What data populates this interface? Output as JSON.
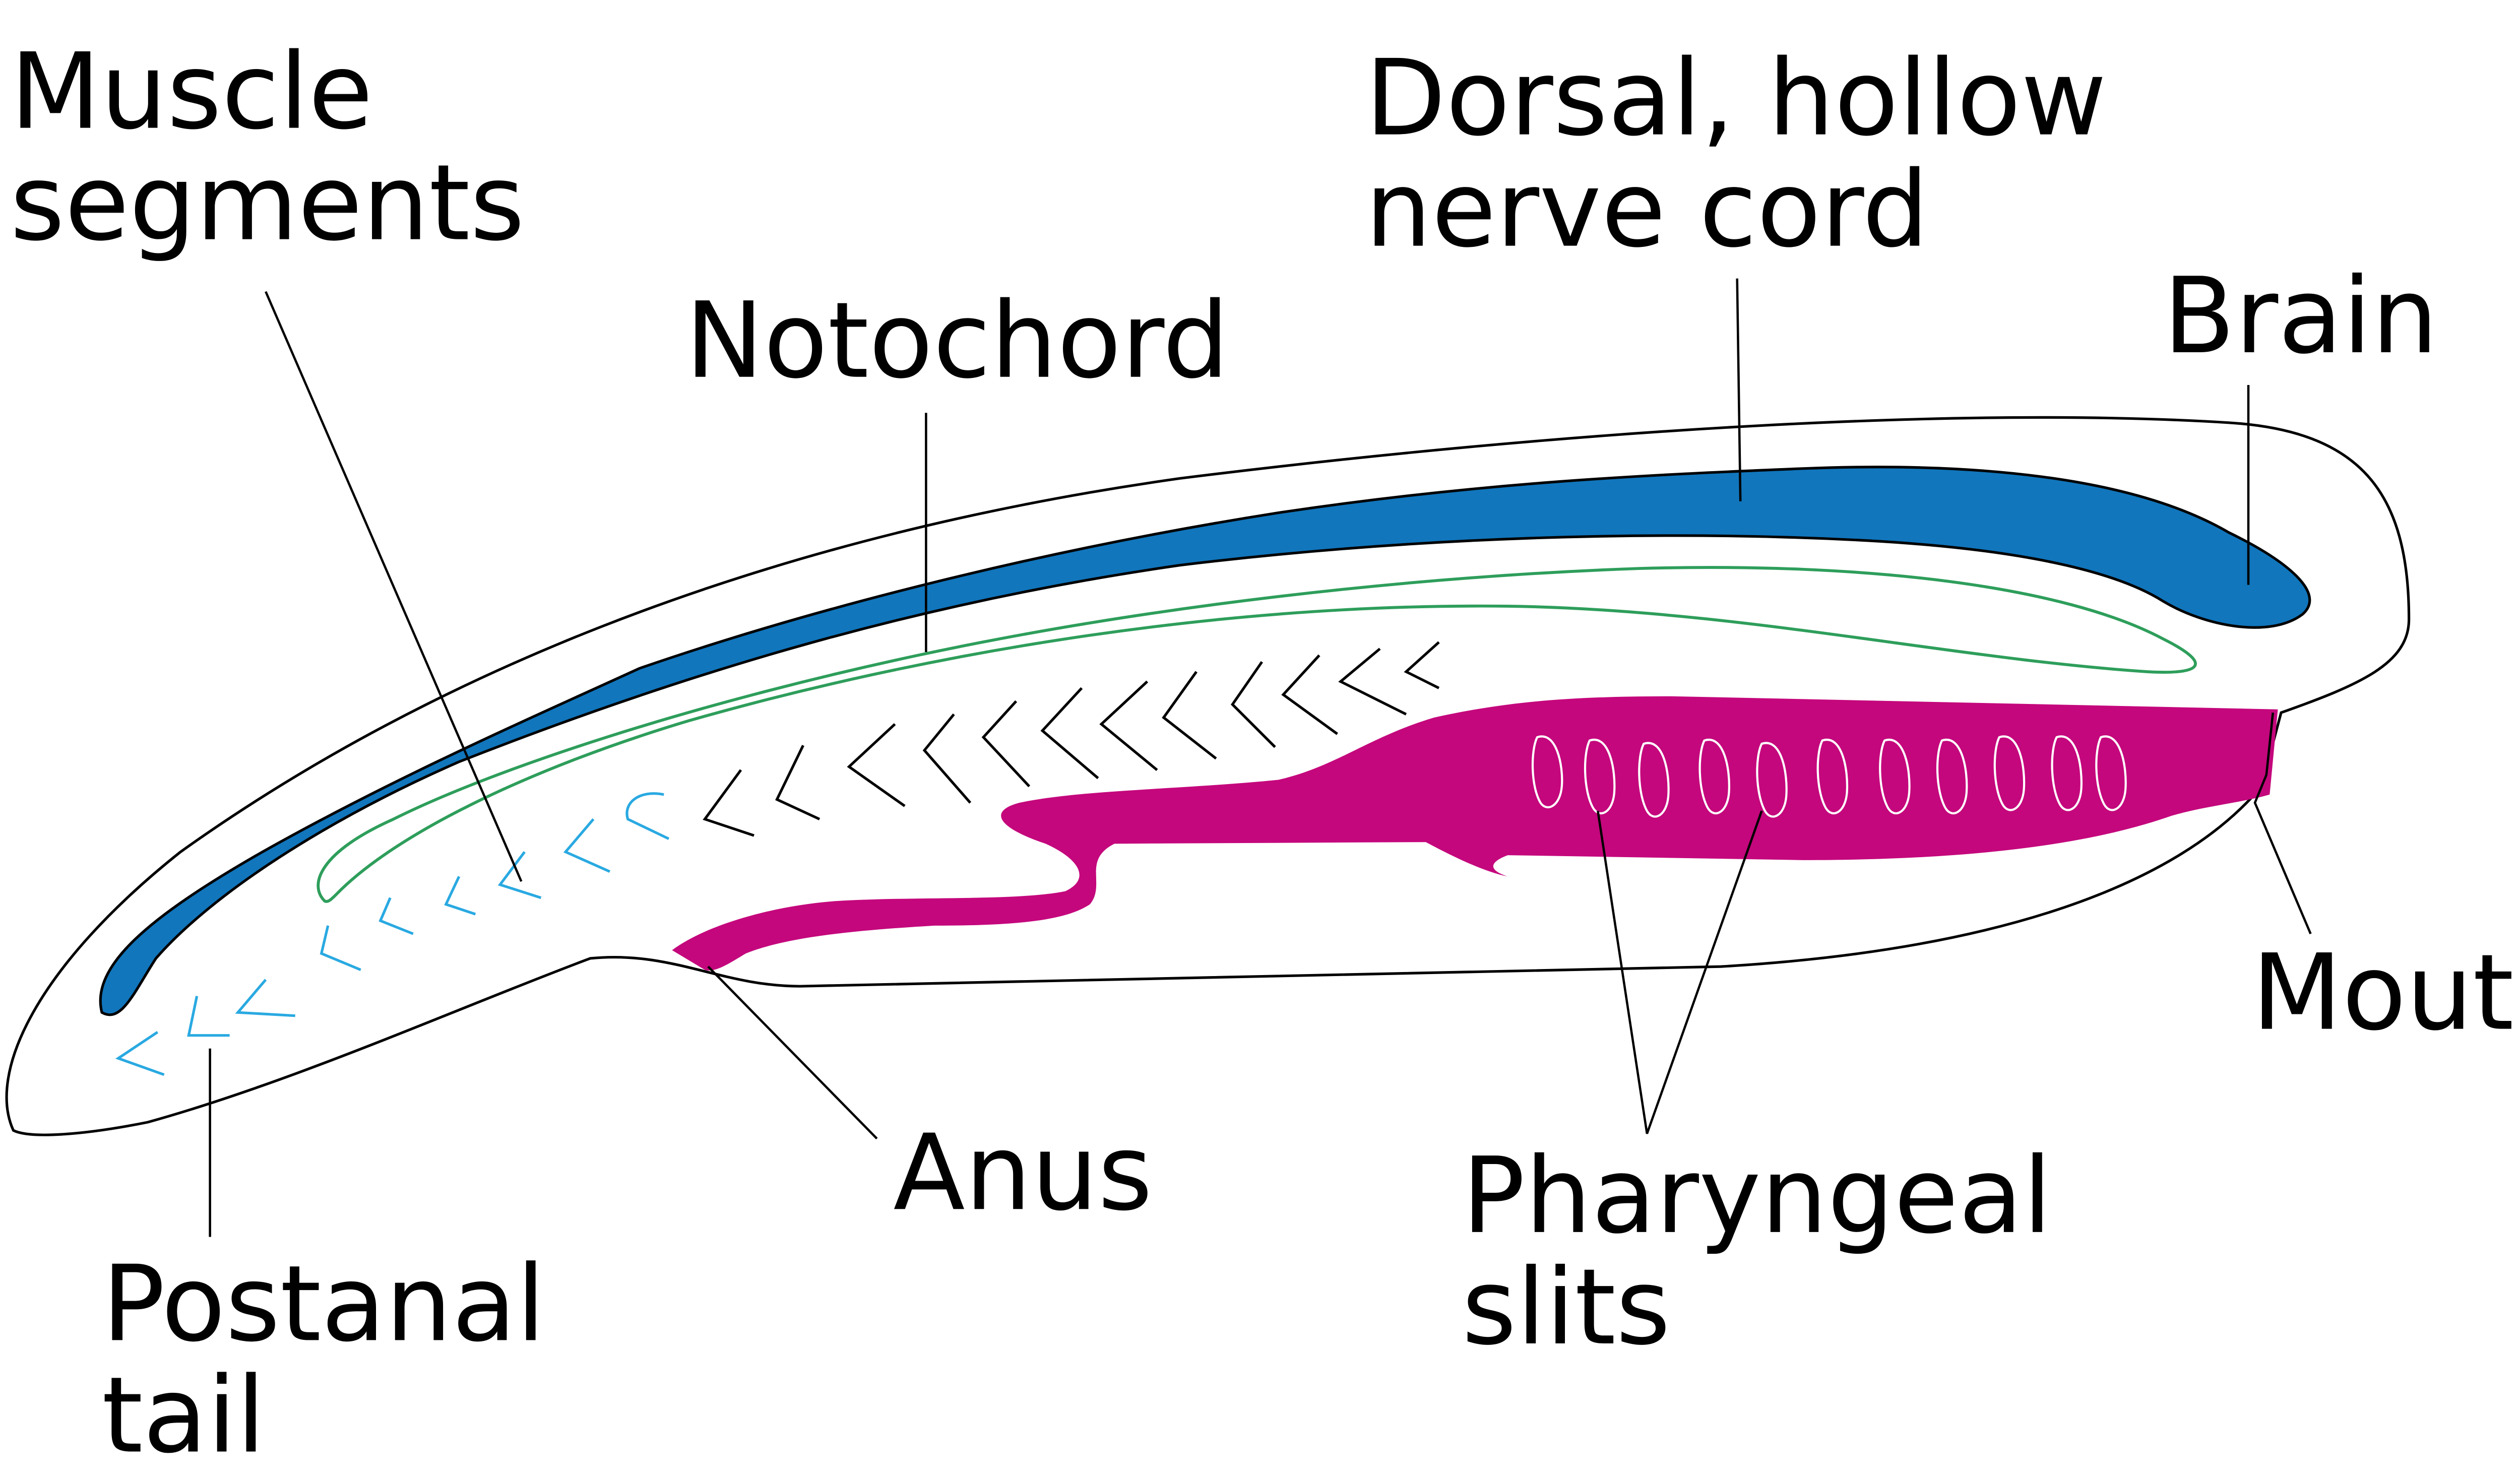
{
  "labels": {
    "muscle_segments": [
      "Muscle",
      "segments"
    ],
    "dorsal_nerve_cord": [
      "Dorsal, hollow",
      "nerve cord"
    ],
    "notochord": "Notochord",
    "brain": "Brain",
    "mouth": "Mouth",
    "anus": "Anus",
    "pharyngeal_slits": [
      "Pharyngeal",
      "slits"
    ],
    "postanal_tail": [
      "Postanal",
      "tail"
    ]
  },
  "colors": {
    "nerve_cord": "#1176BC",
    "notochord": "#2E9E5B",
    "digestive_tract": "#C4077C",
    "muscle_segments_anterior": "#000000",
    "muscle_segments_posterior": "#29A9E1",
    "outline": "#000000",
    "background": "#FFFFFF"
  }
}
